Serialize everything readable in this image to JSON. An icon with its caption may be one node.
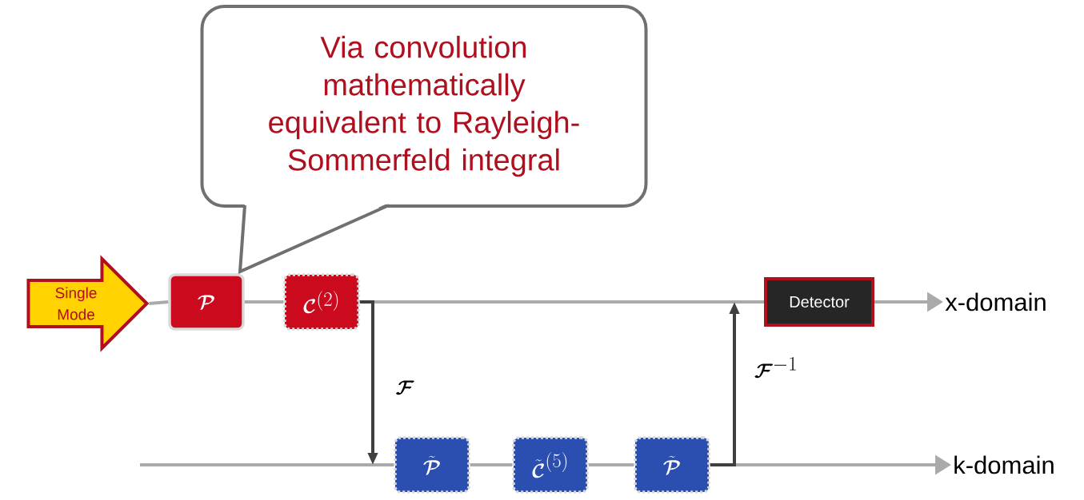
{
  "diagram": {
    "nodes": [
      {
        "text": [
          "Via convolution mathematically equivalent to Rayleigh-Sommerfeld integral"
        ]
      },
      {
        "text": [
          "Single Mode"
        ]
      },
      {
        "text": [
          "\\boldsymbol{\\mathcal{P}}"
        ]
      },
      {
        "text": [
          "\\boldsymbol{\\mathcal{C}}^{(2)}"
        ]
      },
      {
        "text": [
          "Detector"
        ]
      },
      {
        "text": [
          "x-domain"
        ]
      },
      {
        "text": [
          "\\tilde{\\boldsymbol{\\mathcal{P}}}"
        ]
      },
      {
        "text": [
          "\\tilde{\\boldsymbol{\\mathcal{C}}}^{(5)}"
        ]
      },
      {
        "text": [
          "\\tilde{\\boldsymbol{\\mathcal{P}}}"
        ]
      },
      {
        "text": [
          "k-domain"
        ]
      }
    ],
    "edges": [
      {
        "from": 1,
        "to": 2,
        "arrow": "none"
      },
      {
        "from": 2,
        "to": 3,
        "arrow": "none"
      },
      {
        "from": 3,
        "to": 4,
        "arrow": "none"
      },
      {
        "from": 4,
        "to": 5,
        "arrow": "to"
      },
      {
        "from": null,
        "to": 6,
        "arrow": "none"
      },
      {
        "from": 6,
        "to": 7,
        "arrow": "none"
      },
      {
        "from": 7,
        "to": 8,
        "arrow": "none"
      },
      {
        "from": 8,
        "to": 9,
        "arrow": "to"
      },
      {
        "from": 3,
        "to": 6,
        "arrow": "to",
        "label": "\\boldsymbol{\\mathcal{F}}",
        "color": "#404040"
      },
      {
        "from": 8,
        "to": 4,
        "arrow": "to",
        "label": "\\boldsymbol{\\mathcal{F}}^{-1}",
        "color": "#404040"
      }
    ]
  }
}
